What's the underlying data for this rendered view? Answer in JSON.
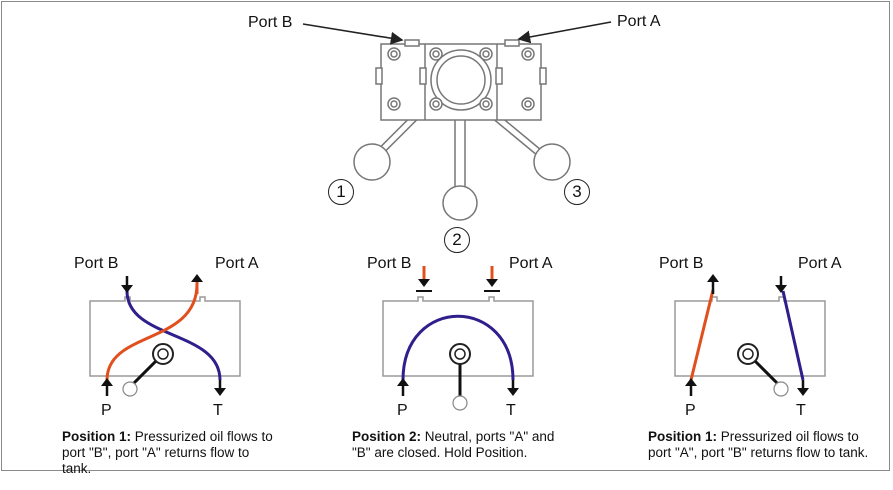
{
  "top": {
    "port_b": "Port B",
    "port_a": "Port A",
    "positions": [
      "1",
      "2",
      "3"
    ]
  },
  "panels": [
    {
      "port_b": "Port B",
      "port_a": "Port A",
      "p": "P",
      "t": "T",
      "caption_bold": "Position 1:",
      "caption_text": " Pressurized oil flows to port \"B\", port \"A\" returns flow to tank."
    },
    {
      "port_b": "Port B",
      "port_a": "Port A",
      "p": "P",
      "t": "T",
      "caption_bold": "Position 2:",
      "caption_text": " Neutral, ports \"A\" and \"B\" are closed. Hold Position."
    },
    {
      "port_b": "Port B",
      "port_a": "Port A",
      "p": "P",
      "t": "T",
      "caption_bold": "Position 1:",
      "caption_text": " Pressurized oil flows to port \"A\", port \"B\" returns flow to tank."
    }
  ],
  "colors": {
    "pressure": "#e0501e",
    "return": "#2e1f8c",
    "outline": "#9a9a9a"
  }
}
